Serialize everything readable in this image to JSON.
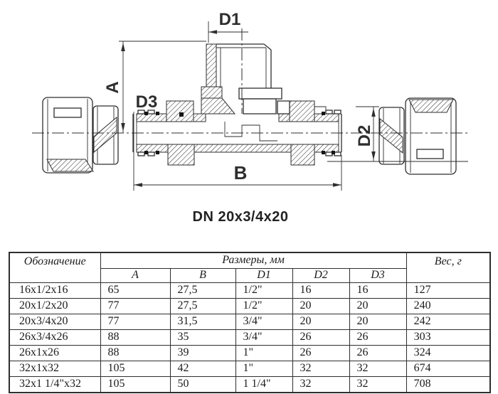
{
  "drawing": {
    "labels": {
      "d1": "D1",
      "a": "A",
      "d3": "D3",
      "b": "B",
      "d2": "D2"
    },
    "caption": "DN 20x3/4x20",
    "ink_color": "#2e2e2e"
  },
  "table": {
    "header": {
      "designation": "Обозначение",
      "sizes_group": "Размеры, мм",
      "weight": "Вес, г",
      "size_columns": [
        "A",
        "B",
        "D1",
        "D2",
        "D3"
      ]
    },
    "rows": [
      {
        "designation": "16x1/2x16",
        "a": "65",
        "b": "27,5",
        "d1": "1/2\"",
        "d2": "16",
        "d3": "16",
        "weight": "127"
      },
      {
        "designation": "20x1/2x20",
        "a": "77",
        "b": "27,5",
        "d1": "1/2\"",
        "d2": "20",
        "d3": "20",
        "weight": "240"
      },
      {
        "designation": "20x3/4x20",
        "a": "77",
        "b": "31,5",
        "d1": "3/4\"",
        "d2": "20",
        "d3": "20",
        "weight": "242"
      },
      {
        "designation": "26x3/4x26",
        "a": "88",
        "b": "35",
        "d1": "3/4\"",
        "d2": "26",
        "d3": "26",
        "weight": "303"
      },
      {
        "designation": "26x1x26",
        "a": "88",
        "b": "39",
        "d1": "1\"",
        "d2": "26",
        "d3": "26",
        "weight": "324"
      },
      {
        "designation": "32x1x32",
        "a": "105",
        "b": "42",
        "d1": "1\"",
        "d2": "32",
        "d3": "32",
        "weight": "674"
      },
      {
        "designation": "32x1 1/4\"x32",
        "a": "105",
        "b": "50",
        "d1": "1 1/4\"",
        "d2": "32",
        "d3": "32",
        "weight": "708"
      }
    ]
  }
}
